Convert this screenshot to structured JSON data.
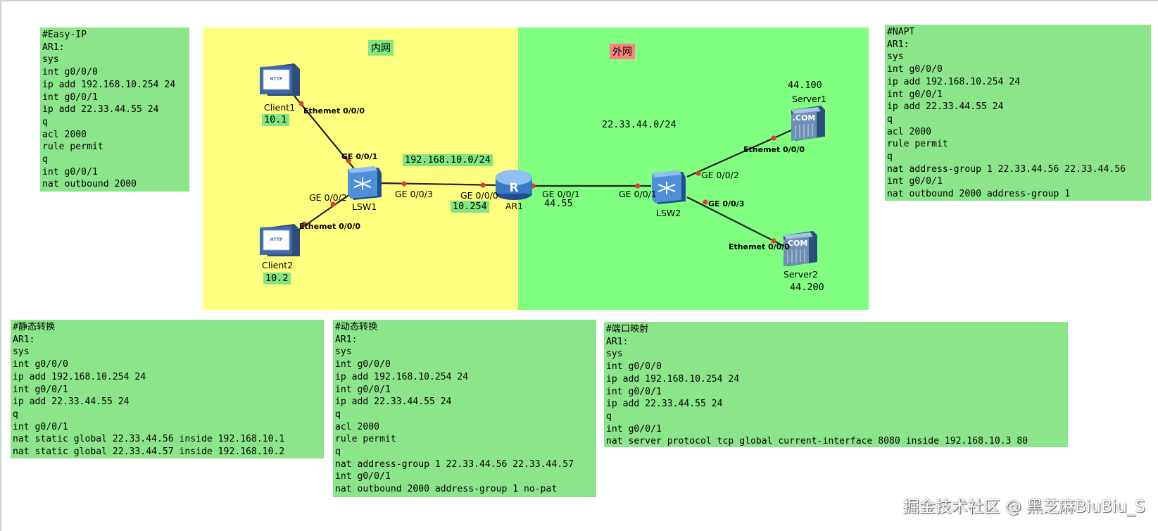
{
  "zones": {
    "inner_label": "内网",
    "outer_label": "外网"
  },
  "devices": {
    "client1": {
      "name": "Client1",
      "ip": "10.1",
      "screen_text": "HTTP"
    },
    "client2": {
      "name": "Client2",
      "ip": "10.2",
      "screen_text": "HTTP"
    },
    "lsw1": {
      "name": "LSW1"
    },
    "ar1": {
      "name": "AR1",
      "inside_ip": "10.254",
      "outside_ip": "44.55"
    },
    "lsw2": {
      "name": "LSW2"
    },
    "server1": {
      "name": "Server1",
      "ip": "44.100",
      "badge": ".COM"
    },
    "server2": {
      "name": "Server2",
      "ip": "44.200",
      "badge": ".COM"
    }
  },
  "subnets": {
    "inner": "192.168.10.0/24",
    "outer": "22.33.44.0/24"
  },
  "ports": {
    "client1_eth": "Ethemet 0/0/0",
    "lsw1_ge1": "GE 0/0/1",
    "lsw1_ge2": "GE 0/0/2",
    "client2_eth": "Ethemet 0/0/0",
    "lsw1_ge3": "GE 0/0/3",
    "ar1_ge0": "GE 0/0/0",
    "ar1_ge1": "GE 0/0/1",
    "lsw2_ge1": "GE 0/0/1",
    "lsw2_ge2": "GE 0/0/2",
    "lsw2_ge3": "GE 0/0/3",
    "server1_eth": "Ethemet 0/0/0",
    "server2_eth": "Ethemet 0/0/0"
  },
  "configs": {
    "easy_ip": "#Easy-IP\nAR1:\nsys\nint g0/0/0\nip add 192.168.10.254 24\nint g0/0/1\nip add 22.33.44.55 24\nq\nacl 2000\nrule permit\nq\nint g0/0/1\nnat outbound 2000",
    "napt": "#NAPT\nAR1:\nsys\nint g0/0/0\nip add 192.168.10.254 24\nint g0/0/1\nip add 22.33.44.55 24\nq\nacl 2000\nrule permit\nq\nnat address-group 1 22.33.44.56 22.33.44.56\nint g0/0/1\nnat outbound 2000 address-group 1",
    "static": "#静态转换\nAR1:\nsys\nint g0/0/0\nip add 192.168.10.254 24\nint g0/0/1\nip add 22.33.44.55 24\nq\nint g0/0/1\nnat static global 22.33.44.56 inside 192.168.10.1\nnat static global 22.33.44.57 inside 192.168.10.2",
    "dynamic": "#动态转换\nAR1:\nsys\nint g0/0/0\nip add 192.168.10.254 24\nint g0/0/1\nip add 22.33.44.55 24\nq\nacl 2000\nrule permit\nq\nnat address-group 1 22.33.44.56 22.33.44.57\nint g0/0/1\nnat outbound 2000 address-group 1 no-pat",
    "port_mapping": "#端口映射\nAR1:\nsys\nint g0/0/0\nip add 192.168.10.254 24\nint g0/0/1\nip add 22.33.44.55 24\nq\nint g0/0/1\nnat server protocol tcp global current-interface 8080 inside 192.168.10.3 80"
  },
  "watermark": "掘金技术社区 @ 黑芝麻BiuBiu_S",
  "colors": {
    "inner_zone": "#ffff80",
    "outer_zone": "#80ff80",
    "config_box": "#8be58b",
    "outer_tag": "#ff8080",
    "link": "#222222",
    "port_dot": "#e53935"
  }
}
